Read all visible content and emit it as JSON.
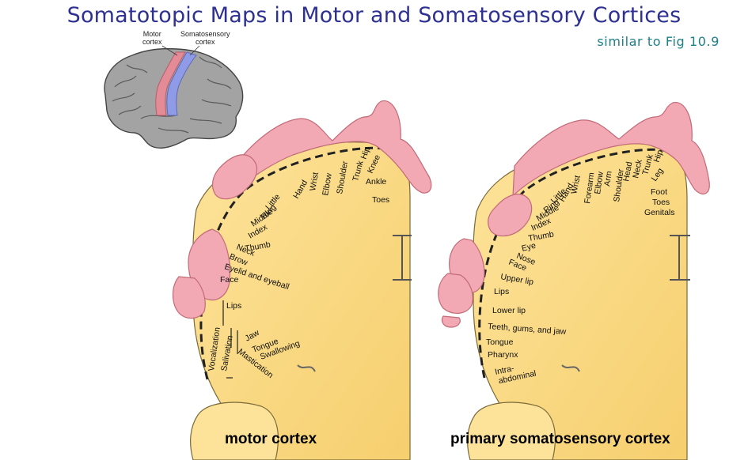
{
  "title": "Somatotopic Maps in Motor and Somatosensory Cortices",
  "reference": "similar to Fig 10.9",
  "inset": {
    "motor_label": "Motor\ncortex",
    "sensory_label": "Somatosensory\ncortex",
    "colors": {
      "motor": "#e38b96",
      "sensory": "#8f9be6",
      "brain": "#9a9a9a"
    }
  },
  "colors": {
    "cortex_fill": "#fbdc86",
    "homunculus": "#f2a9b4",
    "homunculus_edge": "#c26b78",
    "title": "#2e3192",
    "reference": "#1e7f86"
  },
  "motor_map": {
    "caption": "motor cortex",
    "labels": [
      "Toes",
      "Ankle",
      "Knee",
      "Hip",
      "Trunk",
      "Shoulder",
      "Elbow",
      "Wrist",
      "Hand",
      "Little",
      "Ring",
      "Middle",
      "Index",
      "Thumb",
      "Neck",
      "Brow",
      "Eyelid and eyeball",
      "Face",
      "Lips",
      "Jaw",
      "Tongue",
      "Swallowing",
      "Mastication",
      "Salivation",
      "Vocalization"
    ]
  },
  "sensory_map": {
    "caption": "primary somatosensory cortex",
    "labels": [
      "Genitals",
      "Toes",
      "Foot",
      "Leg",
      "Hip",
      "Trunk",
      "Neck",
      "Head",
      "Shoulder",
      "Arm",
      "Elbow",
      "Forearm",
      "Wrist",
      "Hand",
      "Little",
      "Ring",
      "Middle",
      "Index",
      "Thumb",
      "Eye",
      "Nose",
      "Face",
      "Upper lip",
      "Lips",
      "Lower lip",
      "Teeth, gums, and jaw",
      "Tongue",
      "Pharynx",
      "Intra-\nabdominal"
    ]
  }
}
